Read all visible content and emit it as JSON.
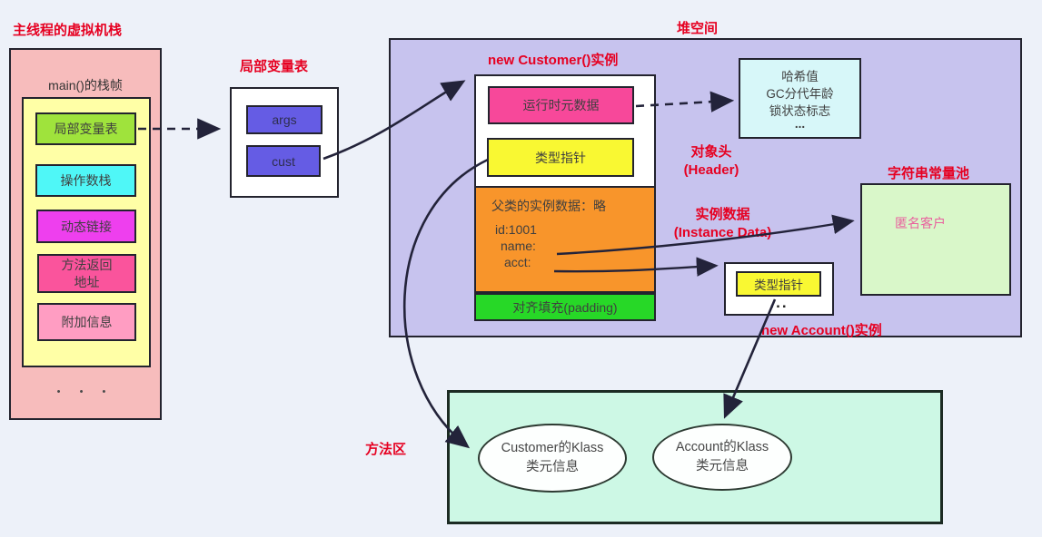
{
  "colors": {
    "background": "#edf1f9",
    "accent_red": "#e60021",
    "stack_fill": "#f7bcbc",
    "frame_fill": "#ffffa6",
    "heap_fill": "#c7c3ee",
    "method_area_fill": "#cdf8e5",
    "string_pool_fill": "#d9f7c9",
    "mark_word_fill": "#d7f7f9",
    "instance_data_fill": "#f8952b",
    "padding_fill": "#27d827",
    "runtime_meta_fill": "#f7489a",
    "type_pointer_fill": "#f9f832",
    "variable_fill": "#655ce4",
    "arrow_color": "#23233a"
  },
  "vm_stack": {
    "title": "主线程的虚拟机栈",
    "frame_title": "main()的栈帧",
    "items": [
      {
        "label": "局部变量表",
        "color": "#9fe33c"
      },
      {
        "label": "操作数栈",
        "color": "#4ff7f7"
      },
      {
        "label": "动态链接",
        "color": "#ee3fee"
      },
      {
        "label": "方法返回地址",
        "color": "#fa549c"
      },
      {
        "label": "附加信息",
        "color": "#ff9dc2"
      }
    ],
    "ellipsis": "• • •"
  },
  "local_var_table": {
    "title": "局部变量表",
    "vars": [
      "args",
      "cust"
    ]
  },
  "heap": {
    "title": "堆空间",
    "customer_instance": {
      "label": "new Customer()实例",
      "runtime_metadata": "运行时元数据",
      "type_pointer": "类型指针",
      "parent_data": "父类的实例数据：略",
      "fields": [
        "id:1001",
        "name:",
        "acct:"
      ],
      "padding": "对齐填充(padding)"
    },
    "object_header": {
      "line1": "对象头",
      "line2": "(Header)"
    },
    "instance_data": {
      "line1": "实例数据",
      "line2": "(Instance Data)"
    },
    "mark_word": {
      "lines": [
        "哈希值",
        "GC分代年龄",
        "锁状态标志",
        "..."
      ]
    },
    "string_pool": {
      "title": "字符串常量池",
      "value": "匿名客户"
    },
    "account_instance": {
      "label": "new Account()实例",
      "type_pointer": "类型指针",
      "ellipsis": "..."
    }
  },
  "method_area": {
    "title": "方法区",
    "klasses": [
      {
        "line1": "Customer的Klass",
        "line2": "类元信息"
      },
      {
        "line1": "Account的Klass",
        "line2": "类元信息"
      }
    ]
  }
}
